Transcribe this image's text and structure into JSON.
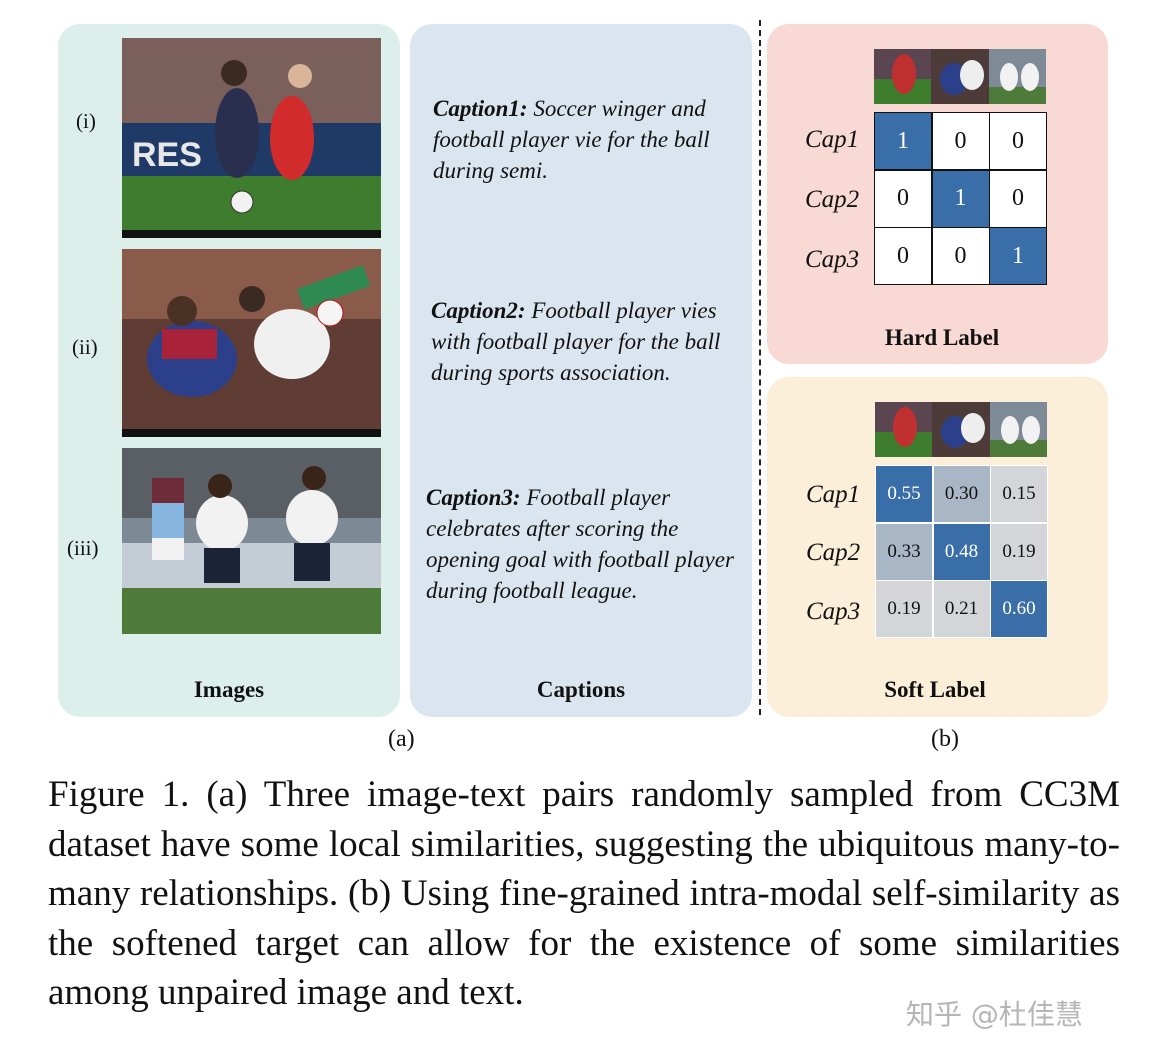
{
  "panel_a": {
    "row_labels": [
      "(i)",
      "(ii)",
      "(iii)"
    ],
    "captions": [
      {
        "head": "Caption1:",
        "text": "Soccer winger and football player vie for the ball during semi."
      },
      {
        "head": "Caption2:",
        "text": "Football player vies with football player for the ball during sports association."
      },
      {
        "head": "Caption3:",
        "text": "Football player celebrates after scoring the opening goal with football player during football league."
      }
    ],
    "images_title": "Images",
    "captions_title": "Captions",
    "label": "(a)"
  },
  "panel_b": {
    "label": "(b)",
    "hard": {
      "title": "Hard Label",
      "row_labels": [
        "Cap1",
        "Cap2",
        "Cap3"
      ],
      "matrix": [
        [
          "1",
          "0",
          "0"
        ],
        [
          "0",
          "1",
          "0"
        ],
        [
          "0",
          "0",
          "1"
        ]
      ]
    },
    "soft": {
      "title": "Soft Label",
      "row_labels": [
        "Cap1",
        "Cap2",
        "Cap3"
      ],
      "matrix": [
        [
          "0.55",
          "0.30",
          "0.15"
        ],
        [
          "0.33",
          "0.48",
          "0.19"
        ],
        [
          "0.19",
          "0.21",
          "0.60"
        ]
      ]
    }
  },
  "colors": {
    "images_bg": "#dcefeb",
    "captions_bg": "#dbe5ef",
    "hard_bg": "#f9d9d4",
    "soft_bg": "#fcefd9",
    "strong_blue": "#3a6ea8",
    "mid_blue": "#a9b6c6",
    "light_gray": "#d3d5d8"
  },
  "figure_caption": "Figure 1. (a) Three image-text pairs randomly sampled from CC3M dataset have some local similarities, suggesting the ubiquitous many-to-many relationships. (b) Using fine-grained intra-modal self-similarity as the softened target can allow for the existence of some similarities among unpaired image and text.",
  "watermark": "知乎 @杜佳慧"
}
